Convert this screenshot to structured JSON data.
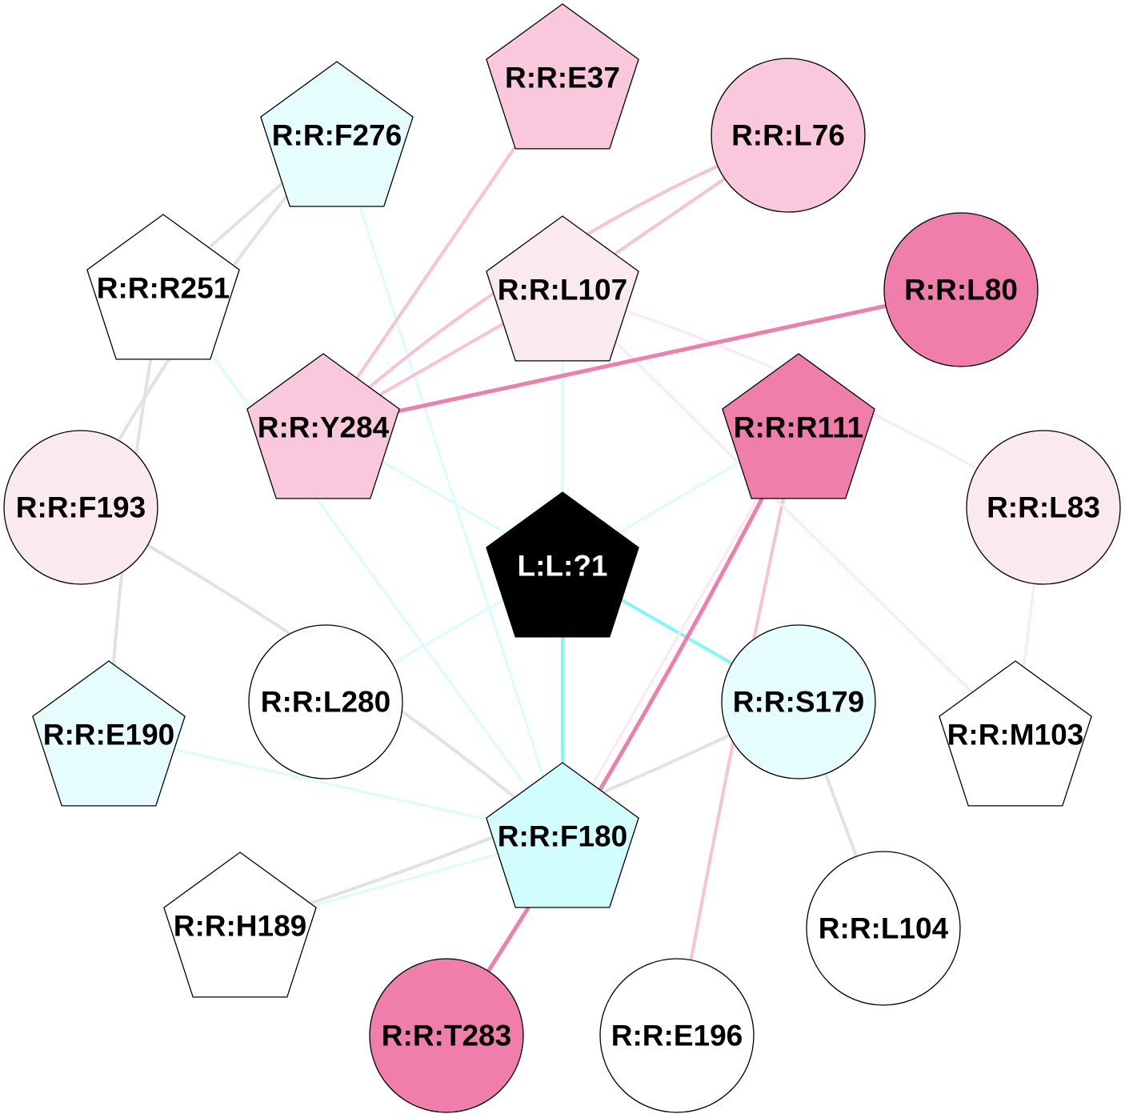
{
  "colors": {
    "white": "#ffffff",
    "light_pink": "#fbe9f1",
    "pink": "#f9c8dc",
    "hot_pink": "#f07eab",
    "light_cyan": "#e6fdfd",
    "cyan": "#d2fdfd",
    "black": "#000000",
    "edge_gray": "#e2e2e2",
    "edge_cyan_light": "#dafcfc",
    "edge_cyan_strong": "#7ff8f8",
    "edge_pink_light": "#fde8f0",
    "edge_pink": "#f8c2d6",
    "edge_hot_pink": "#f07eab"
  },
  "nodes": [
    {
      "id": "ligand",
      "label": "L:L:?1",
      "shape": "pentagon",
      "fill": "#000000",
      "text_color": "#ffffff"
    },
    {
      "id": "E37",
      "label": "R:R:E37",
      "shape": "pentagon",
      "fill": "#f9c8dc",
      "text_color": "#000000"
    },
    {
      "id": "L76",
      "label": "R:R:L76",
      "shape": "circle",
      "fill": "#f9c8dc",
      "text_color": "#000000"
    },
    {
      "id": "F276",
      "label": "R:R:F276",
      "shape": "pentagon",
      "fill": "#e6fdfd",
      "text_color": "#000000"
    },
    {
      "id": "R251",
      "label": "R:R:R251",
      "shape": "pentagon",
      "fill": "#ffffff",
      "text_color": "#000000"
    },
    {
      "id": "L107",
      "label": "R:R:L107",
      "shape": "pentagon",
      "fill": "#fbe9f1",
      "text_color": "#000000"
    },
    {
      "id": "L80",
      "label": "R:R:L80",
      "shape": "circle",
      "fill": "#f07eab",
      "text_color": "#000000"
    },
    {
      "id": "Y284",
      "label": "R:R:Y284",
      "shape": "pentagon",
      "fill": "#f9c8dc",
      "text_color": "#000000"
    },
    {
      "id": "R111",
      "label": "R:R:R111",
      "shape": "pentagon",
      "fill": "#f07eab",
      "text_color": "#000000"
    },
    {
      "id": "F193",
      "label": "R:R:F193",
      "shape": "circle",
      "fill": "#fbe9f1",
      "text_color": "#000000"
    },
    {
      "id": "L83",
      "label": "R:R:L83",
      "shape": "circle",
      "fill": "#fbe9f1",
      "text_color": "#000000"
    },
    {
      "id": "L280",
      "label": "R:R:L280",
      "shape": "circle",
      "fill": "#ffffff",
      "text_color": "#000000"
    },
    {
      "id": "S179",
      "label": "R:R:S179",
      "shape": "circle",
      "fill": "#e6fdfd",
      "text_color": "#000000"
    },
    {
      "id": "E190",
      "label": "R:R:E190",
      "shape": "pentagon",
      "fill": "#e6fdfd",
      "text_color": "#000000"
    },
    {
      "id": "M103",
      "label": "R:R:M103",
      "shape": "pentagon",
      "fill": "#ffffff",
      "text_color": "#000000"
    },
    {
      "id": "F180",
      "label": "R:R:F180",
      "shape": "pentagon",
      "fill": "#d2fdfd",
      "text_color": "#000000"
    },
    {
      "id": "H189",
      "label": "R:R:H189",
      "shape": "pentagon",
      "fill": "#ffffff",
      "text_color": "#000000"
    },
    {
      "id": "L104",
      "label": "R:R:L104",
      "shape": "circle",
      "fill": "#ffffff",
      "text_color": "#000000"
    },
    {
      "id": "T283",
      "label": "R:R:T283",
      "shape": "circle",
      "fill": "#f07eab",
      "text_color": "#000000"
    },
    {
      "id": "E196",
      "label": "R:R:E196",
      "shape": "circle",
      "fill": "#ffffff",
      "text_color": "#000000"
    }
  ],
  "edges": [
    {
      "source": "R251",
      "target": "E190",
      "color": "#e2e2e2",
      "weight": 4
    },
    {
      "source": "F276",
      "target": "F193",
      "color": "#e2e2e2",
      "weight": 4
    },
    {
      "source": "F276",
      "target": "R251",
      "color": "#e2e2e2",
      "weight": 4
    },
    {
      "source": "F193",
      "target": "F180",
      "color": "#e2e2e2",
      "weight": 4
    },
    {
      "source": "S179",
      "target": "H189",
      "color": "#e2e2e2",
      "weight": 4
    },
    {
      "source": "S179",
      "target": "L104",
      "color": "#e2e2e2",
      "weight": 4
    },
    {
      "source": "F276",
      "target": "F180",
      "color": "#dafcfc",
      "weight": 3
    },
    {
      "source": "R251",
      "target": "F180",
      "color": "#dafcfc",
      "weight": 3
    },
    {
      "source": "E190",
      "target": "F180",
      "color": "#dafcfc",
      "weight": 3
    },
    {
      "source": "H189",
      "target": "F180",
      "color": "#dafcfc",
      "weight": 3
    },
    {
      "source": "ligand",
      "target": "L107",
      "color": "#dafcfc",
      "weight": 3
    },
    {
      "source": "ligand",
      "target": "Y284",
      "color": "#dafcfc",
      "weight": 3
    },
    {
      "source": "ligand",
      "target": "R111",
      "color": "#dafcfc",
      "weight": 3
    },
    {
      "source": "ligand",
      "target": "L280",
      "color": "#dafcfc",
      "weight": 3
    },
    {
      "source": "ligand",
      "target": "S179",
      "color": "#7ff8f8",
      "weight": 4
    },
    {
      "source": "ligand",
      "target": "F180",
      "color": "#7ff8f8",
      "weight": 4
    },
    {
      "source": "E37",
      "target": "Y284",
      "color": "#f8c2d6",
      "weight": 4
    },
    {
      "source": "L76",
      "target": "Y284",
      "color": "#f8c2d6",
      "weight": 4
    },
    {
      "source": "L76",
      "target": "L107",
      "color": "#f8c2d6",
      "weight": 4
    },
    {
      "source": "L107",
      "target": "Y284",
      "color": "#f8c2d6",
      "weight": 4
    },
    {
      "source": "R111",
      "target": "E196",
      "color": "#f8c2d6",
      "weight": 4
    },
    {
      "source": "L107",
      "target": "L83",
      "color": "#fde8f0",
      "weight": 3
    },
    {
      "source": "L107",
      "target": "M103",
      "color": "#fde8f0",
      "weight": 3
    },
    {
      "source": "L83",
      "target": "M103",
      "color": "#fde8f0",
      "weight": 3
    },
    {
      "source": "R111",
      "target": "F180",
      "color": "#fde8f0",
      "weight": 3
    },
    {
      "source": "L80",
      "target": "Y284",
      "color": "#f07eab",
      "weight": 5
    },
    {
      "source": "R111",
      "target": "T283",
      "color": "#f07eab",
      "weight": 5
    }
  ]
}
